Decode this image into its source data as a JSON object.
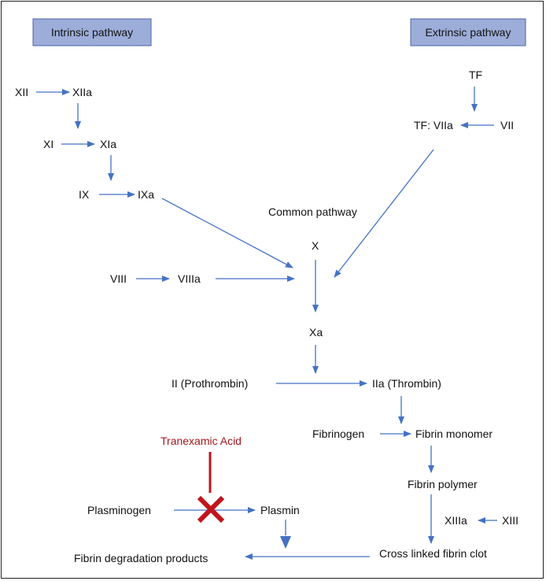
{
  "headers": {
    "intrinsic": "Intrinsic pathway",
    "extrinsic": "Extrinsic pathway",
    "common": "Common pathway"
  },
  "factors": {
    "xii": "XII",
    "xiia": "XIIa",
    "xi": "XI",
    "xia": "XIa",
    "ix": "IX",
    "ixa": "IXa",
    "viii": "VIII",
    "viiia": "VIIIa",
    "tf": "TF",
    "tf_viia": "TF: VIIa",
    "vii": "VII",
    "x": "X",
    "xa": "Xa",
    "prothrombin": "II (Prothrombin)",
    "thrombin": "IIa (Thrombin)",
    "fibrinogen": "Fibrinogen",
    "fibrin_monomer": "Fibrin monomer",
    "fibrin_polymer": "Fibrin polymer",
    "xiiia": "XIIIa",
    "xiii": "XIII",
    "clot": "Cross linked fibrin clot",
    "plasminogen": "Plasminogen",
    "plasmin": "Plasmin",
    "degradation": "Fibrin degradation products"
  },
  "inhibitor": {
    "label": "Tranexamic Acid",
    "color": "#a5171d"
  },
  "colors": {
    "arrow": "#4472c4",
    "header_fill": "#9dadd9",
    "header_border": "#4a63a8",
    "inhibit": "#c0141b"
  }
}
